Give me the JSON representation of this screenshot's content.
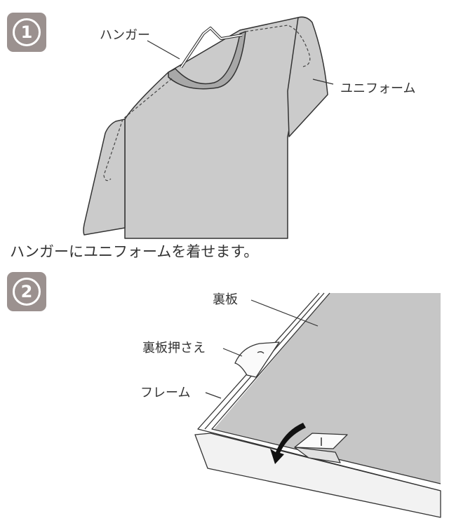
{
  "steps": [
    {
      "number": "1",
      "labels": {
        "hanger": "ハンガー",
        "uniform": "ユニフォーム"
      },
      "caption": "ハンガーにユニフォームを着せます。"
    },
    {
      "number": "2",
      "labels": {
        "back_board": "裏板",
        "back_board_clip": "裏板押さえ",
        "frame": "フレーム"
      }
    }
  ],
  "colors": {
    "badge": "#9b918f",
    "garment": "#cbcbcb",
    "collar": "#a8a8a8",
    "board": "#c6c6c6",
    "frame": "#f2f2f2",
    "line": "#333333"
  }
}
